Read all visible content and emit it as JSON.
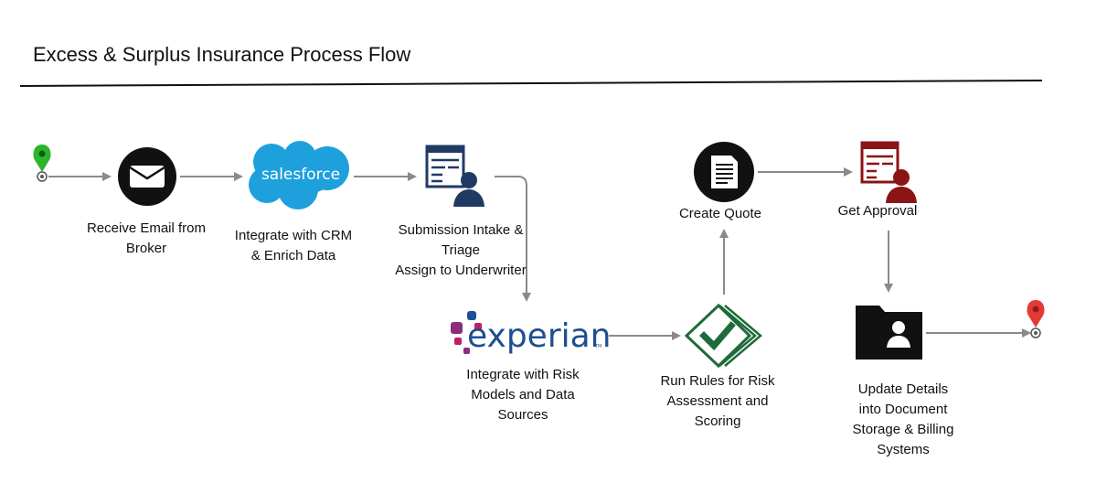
{
  "title": "Excess & Surplus Insurance Process Flow",
  "logos": {
    "salesforce": "salesforce",
    "experian": "experian",
    "experian_tm": "TM"
  },
  "colors": {
    "arrow": "#8a8a8a",
    "start_pin": "#2bb52b",
    "end_pin": "#e53935",
    "salesforce_blue": "#1ea0dc",
    "underwriter_navy": "#1f3b63",
    "approval_red": "#8b1414",
    "rules_green": "#1e6b3a",
    "experian_blue": "#1d4f91",
    "experian_purple": "#8a2e7b",
    "experian_magenta": "#c01f6a",
    "black_icon": "#111111"
  },
  "icons": {
    "start": "map-pin-icon",
    "email": "envelope-icon",
    "crm": "salesforce-cloud-icon",
    "intake": "form-person-icon",
    "risk_models": "experian-logo",
    "rules": "checklist-stack-icon",
    "quote": "document-icon",
    "approval": "form-person-icon",
    "storage": "folder-person-icon",
    "end": "map-pin-icon"
  },
  "steps": {
    "receive_email": [
      "Receive Email from",
      "Broker"
    ],
    "crm": [
      "Integrate with CRM",
      "& Enrich Data"
    ],
    "intake": [
      "Submission Intake &",
      "Triage",
      "Assign to Underwriter"
    ],
    "risk_models": [
      "Integrate with Risk",
      "Models and Data",
      "Sources"
    ],
    "rules": [
      "Run Rules for Risk",
      "Assessment and",
      "Scoring"
    ],
    "quote": [
      "Create Quote"
    ],
    "approval": [
      "Get Approval"
    ],
    "storage": [
      "Update Details",
      "into Document",
      "Storage & Billing",
      "Systems"
    ]
  }
}
